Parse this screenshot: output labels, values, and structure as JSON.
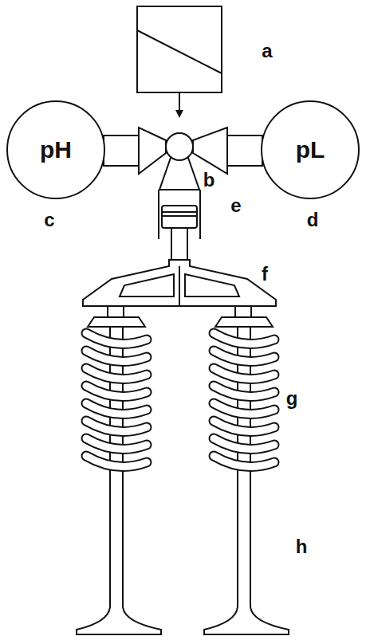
{
  "diagram": {
    "nodes": [
      {
        "text": [
          "pH"
        ]
      },
      {
        "text": [
          "pL"
        ]
      }
    ],
    "labels": [
      "a",
      "b",
      "c",
      "d",
      "e",
      "f",
      "g",
      "h"
    ]
  }
}
